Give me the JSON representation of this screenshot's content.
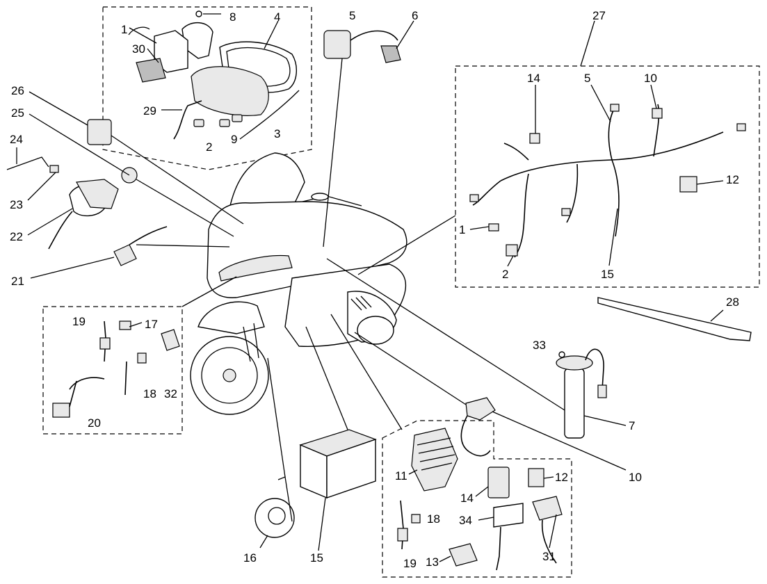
{
  "labels": {
    "top_group": {
      "l1": "1",
      "l30": "30",
      "l8": "8",
      "l4": "4",
      "l29": "29",
      "l2": "2",
      "l9": "9",
      "l3": "3"
    },
    "coil": {
      "l5": "5",
      "l6": "6"
    },
    "harness": {
      "l27": "27",
      "l14": "14",
      "l5": "5",
      "l10": "10",
      "l12": "12",
      "l1": "1",
      "l2": "2",
      "l15": "15"
    },
    "left_parts": {
      "l26": "26",
      "l25": "25",
      "l24": "24",
      "l23": "23",
      "l22": "22",
      "l21": "21"
    },
    "left_box": {
      "l19": "19",
      "l17": "17",
      "l18": "18",
      "l32": "32",
      "l20": "20"
    },
    "band": {
      "l28": "28"
    },
    "sender": {
      "l33": "33",
      "l7": "7"
    },
    "switch": {
      "l10": "10"
    },
    "lower": {
      "l16": "16",
      "l15": "15"
    },
    "right_box": {
      "l11": "11",
      "l12": "12",
      "l14": "14",
      "l18": "18",
      "l34": "34",
      "l19": "19",
      "l13": "13",
      "l31": "31"
    }
  }
}
